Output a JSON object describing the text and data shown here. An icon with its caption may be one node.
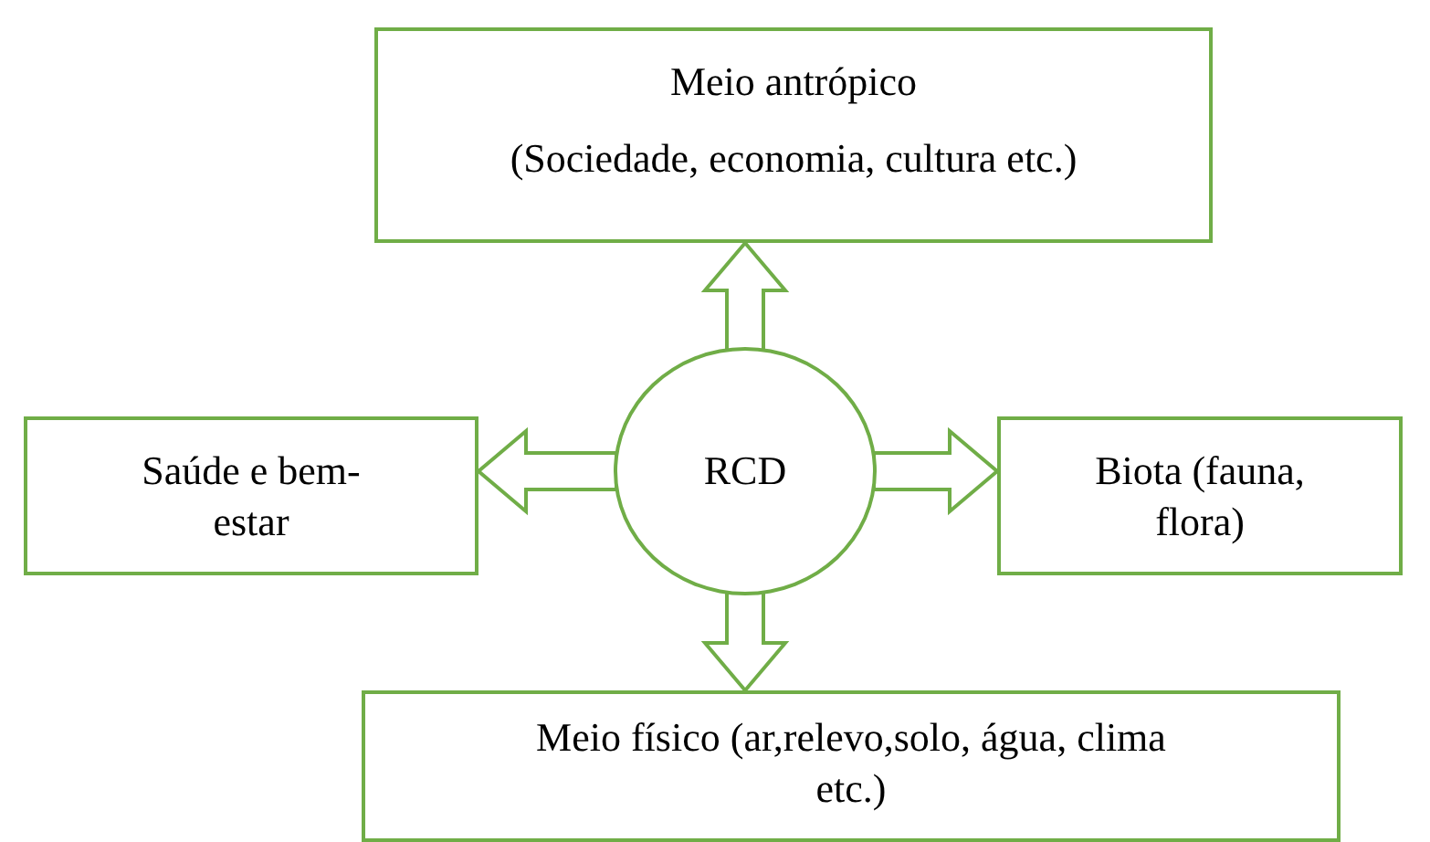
{
  "diagram": {
    "nodes": [
      {
        "text": [
          "Meio antrópico",
          "(Sociedade, economia, cultura etc.)"
        ]
      },
      {
        "text": [
          "RCD"
        ]
      },
      {
        "text": [
          "Saúde e bem-estar"
        ]
      },
      {
        "text": [
          "Biota (fauna, flora)"
        ]
      },
      {
        "text": [
          "Meio físico (ar,relevo,solo, água, clima etc.)"
        ]
      }
    ],
    "edges": [
      {
        "from": 1,
        "to": 0,
        "arrow": "to"
      },
      {
        "from": 1,
        "to": 2,
        "arrow": "to"
      },
      {
        "from": 1,
        "to": 3,
        "arrow": "to"
      },
      {
        "from": 1,
        "to": 4,
        "arrow": "to"
      }
    ]
  }
}
